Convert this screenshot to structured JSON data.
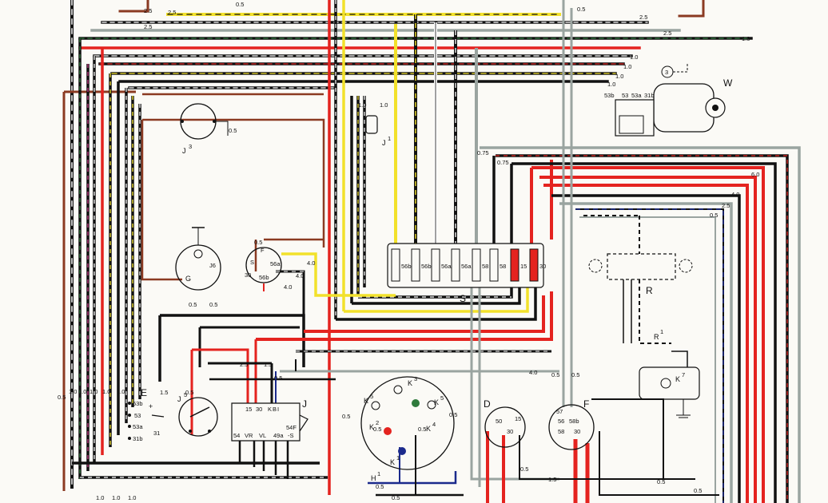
{
  "components": {
    "W": {
      "label": "W",
      "badge": "3",
      "terminals": [
        "53b",
        "53",
        "53a",
        "31b"
      ]
    },
    "J1": {
      "label": "J",
      "sup": "1"
    },
    "J3": {
      "label": "J",
      "sup": "3"
    },
    "J6": {
      "label": "J6"
    },
    "G": {
      "label": "G"
    },
    "S": {
      "label": "S",
      "fuses": [
        "56b",
        "56b",
        "56a",
        "56a",
        "58",
        "58",
        "15",
        "30"
      ]
    },
    "R": {
      "label": "R"
    },
    "R1": {
      "label": "R",
      "sup": "1"
    },
    "K7": {
      "label": "K",
      "sup": "7"
    },
    "E": {
      "label": "E",
      "terminals": [
        "53b",
        "53",
        "53a",
        "31b"
      ],
      "misc": [
        "+",
        "31"
      ]
    },
    "J5": {
      "label": "J",
      "sup": "5"
    },
    "J": {
      "label": "J",
      "top_pins": [
        "15",
        "30",
        "K",
        "B",
        "I"
      ],
      "bottom_pins": [
        "54",
        "VR",
        "VL",
        "49a",
        "-S"
      ],
      "extra": "54F"
    },
    "Klamps": {
      "K5a": {
        "label": "K",
        "sup": "5"
      },
      "K3": {
        "label": "K",
        "sup": "3"
      },
      "K5b": {
        "label": "K",
        "sup": "5"
      },
      "K2": {
        "label": "K",
        "sup": "2"
      },
      "K4": {
        "label": "K",
        "sup": "4"
      },
      "K1": {
        "label": "K",
        "sup": "1"
      },
      "H1": {
        "label": "H",
        "sup": "1"
      }
    },
    "D": {
      "label": "D",
      "pins": [
        "50",
        "15",
        "30"
      ]
    },
    "F": {
      "label": "F",
      "pins": [
        "57",
        "56",
        "58b",
        "58",
        "30"
      ]
    },
    "alt_terminals": [
      "F",
      "S",
      "30",
      "56a",
      "56b"
    ]
  },
  "wire_gauges": [
    "0.5",
    "1.0",
    "1.5",
    "2.5",
    "4.0",
    "6.0",
    "0.75"
  ],
  "colors": {
    "red": "#e4231f",
    "black": "#111111",
    "brown": "#8b3a22",
    "yellow": "#f2e12b",
    "grey": "#9aa4a0",
    "blue": "#1b2a8c",
    "green": "#2f7a3c",
    "white": "#ffffff"
  }
}
